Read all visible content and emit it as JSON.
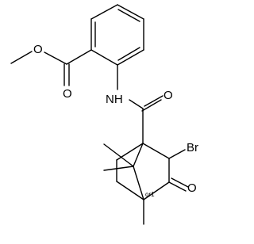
{
  "molecule": {
    "atom_labels": {
      "ester_oxygen": "O",
      "carbonyl_oxygen_ester": "O",
      "amide_nitrogen": "NH",
      "amide_oxygen": "O",
      "bromine": "Br",
      "ketone_oxygen": "O"
    },
    "stereo_label": "or1",
    "colors": {
      "bond": "#000000",
      "text": "#000000",
      "background": "#ffffff"
    }
  }
}
